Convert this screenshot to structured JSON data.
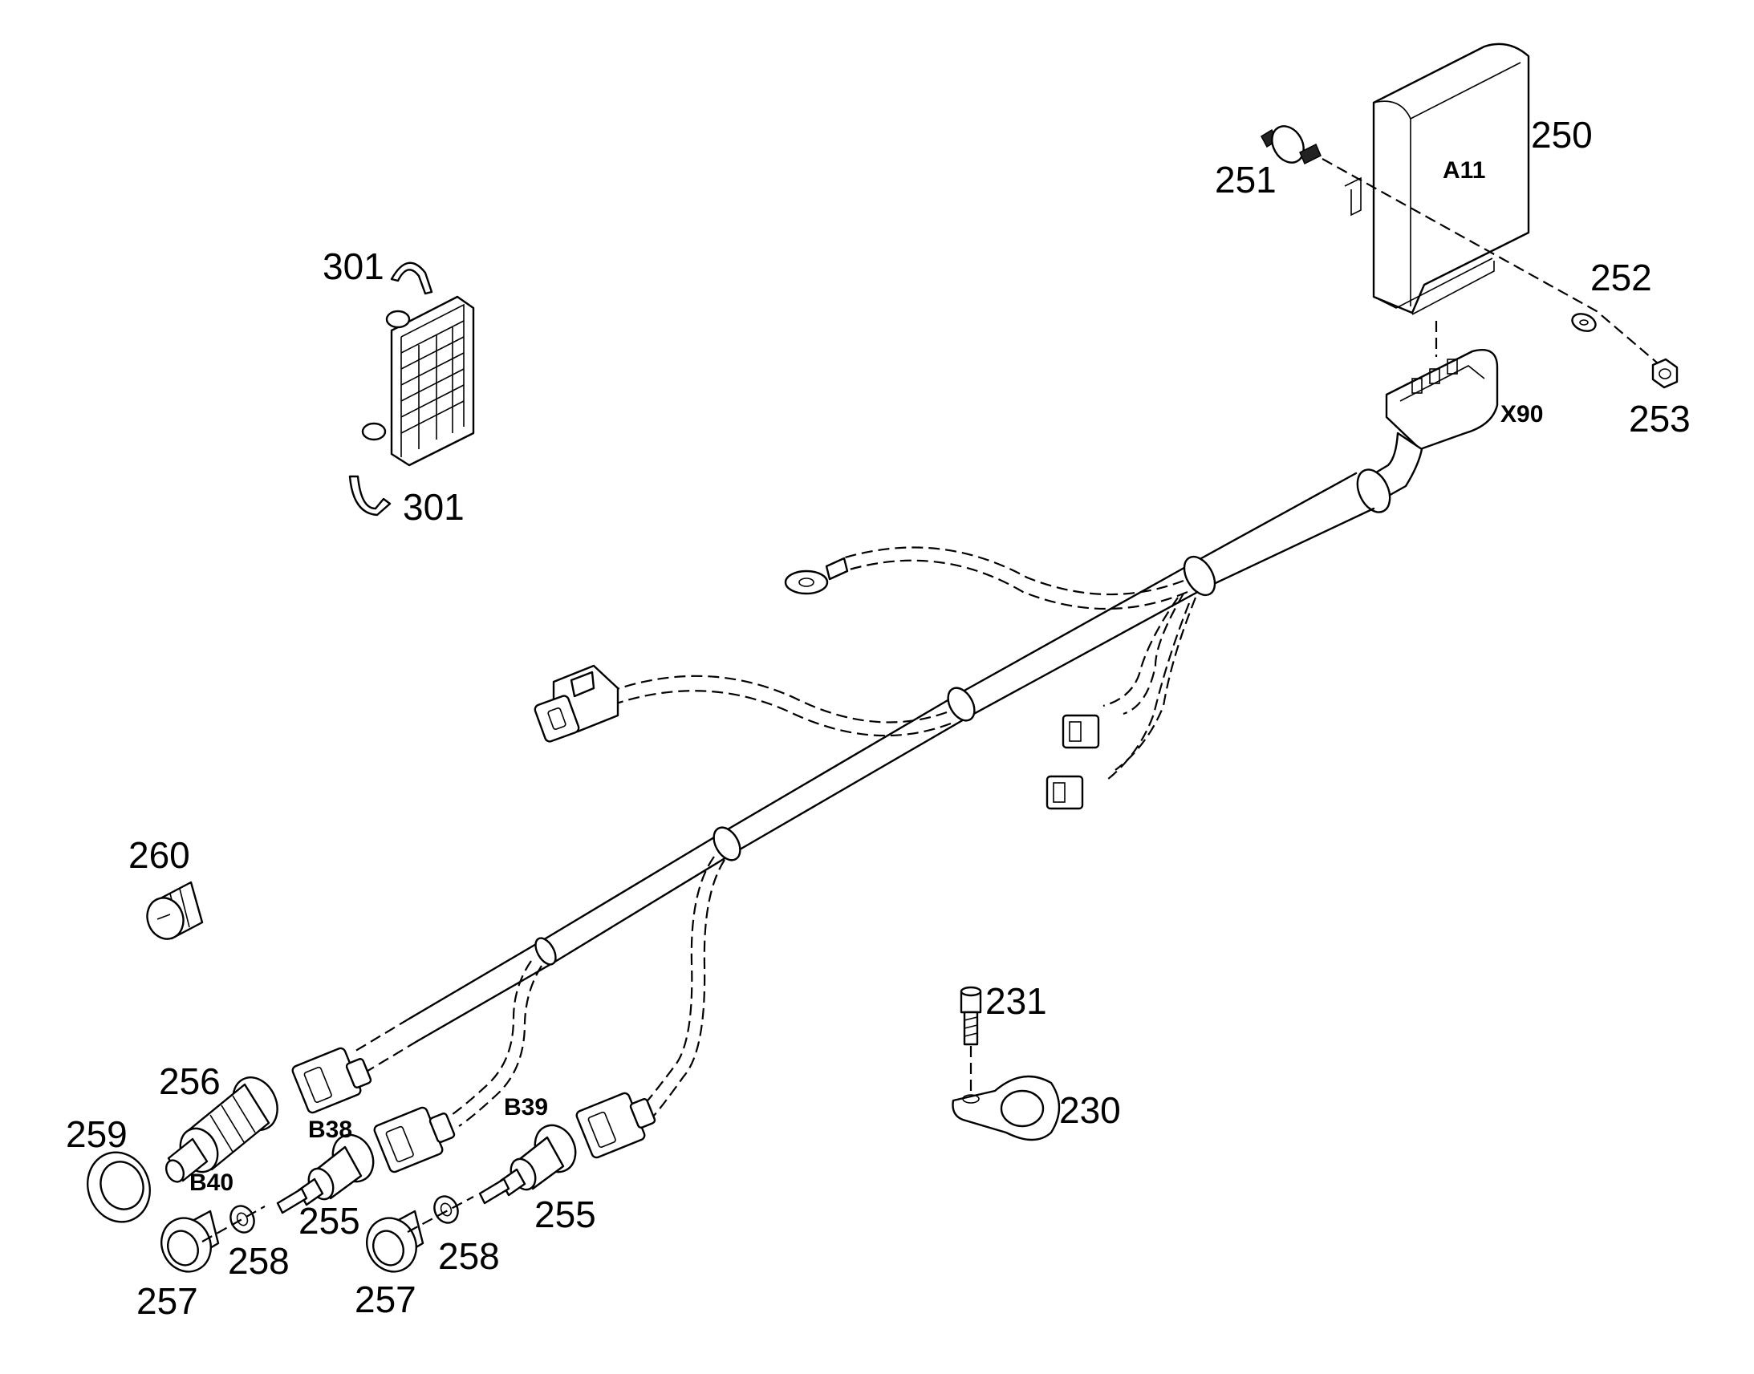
{
  "callouts": {
    "c250": "250",
    "c251": "251",
    "c252": "252",
    "c253": "253",
    "c301a": "301",
    "c301b": "301",
    "c260": "260",
    "c256": "256",
    "c259": "259",
    "c257a": "257",
    "c257b": "257",
    "c258a": "258",
    "c258b": "258",
    "c255a": "255",
    "c255b": "255",
    "c231": "231",
    "c230": "230"
  },
  "codes": {
    "a11": "A11",
    "x90": "X90",
    "b38": "B38",
    "b39": "B39",
    "b40": "B40"
  }
}
